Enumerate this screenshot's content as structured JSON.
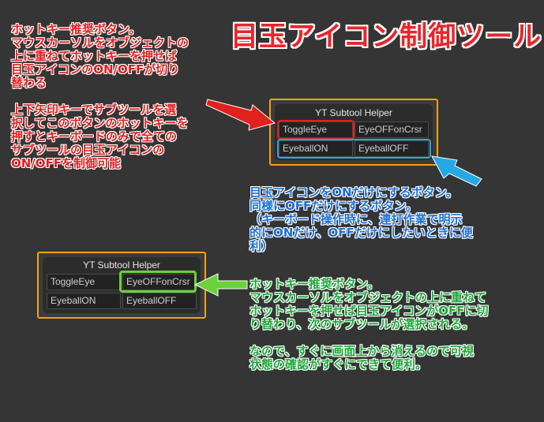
{
  "title": "目玉アイコン制御ツール",
  "colors": {
    "background": "#353535",
    "title": "#e8262b",
    "red_note": "#e02020",
    "blue_note": "#1a6fd6",
    "green_note": "#1ea83a",
    "panel_border": "#f3a312",
    "red_highlight": "#e2201c",
    "blue_highlight": "#25a8e6",
    "green_highlight": "#6bd13c"
  },
  "red_note": {
    "lines": [
      "ホットキー推奨ボタン。",
      "マウスカーソルをオブジェクトの",
      "上に重ねてホットキーを押せば",
      "目玉アイコンのON/OFFが切り",
      "替わる",
      "",
      "上下矢印キーでサブツールを選",
      "択してこのボタンのホットキーを",
      "押すとキーボードのみで全ての",
      "サブツールの目玉アイコンの",
      "ON/OFFを制御可能"
    ]
  },
  "blue_note": {
    "lines": [
      "目玉アイコンをONだけにするボタン。",
      "同様にOFFだけにするボタン。",
      "（キーボード操作時に、連打作業で明示",
      "的にONだけ、OFFだけにしたいときに便",
      "利）"
    ]
  },
  "green_note": {
    "lines": [
      "ホットキー推奨ボタン。",
      "マウスカーソルをオブジェクトの上に重ねて",
      "ホットキーを押せば目玉アイコンがOFFに切",
      "り替わり、次のサブツールが選択される。",
      "",
      "なので、すぐに画面上から消えるので可視",
      "状態の確認がすぐにできて便利。"
    ]
  },
  "panel_top": {
    "title": "YT Subtool Helper",
    "buttons": [
      "ToggleEye",
      "EyeOFFonCrsr",
      "EyeballON",
      "EyeballOFF"
    ]
  },
  "panel_bottom": {
    "title": "YT Subtool Helper",
    "buttons": [
      "ToggleEye",
      "EyeOFFonCrsr",
      "EyeballON",
      "EyeballOFF"
    ]
  },
  "icons": [
    "red-arrow-icon",
    "blue-arrow-icon",
    "green-arrow-icon"
  ]
}
